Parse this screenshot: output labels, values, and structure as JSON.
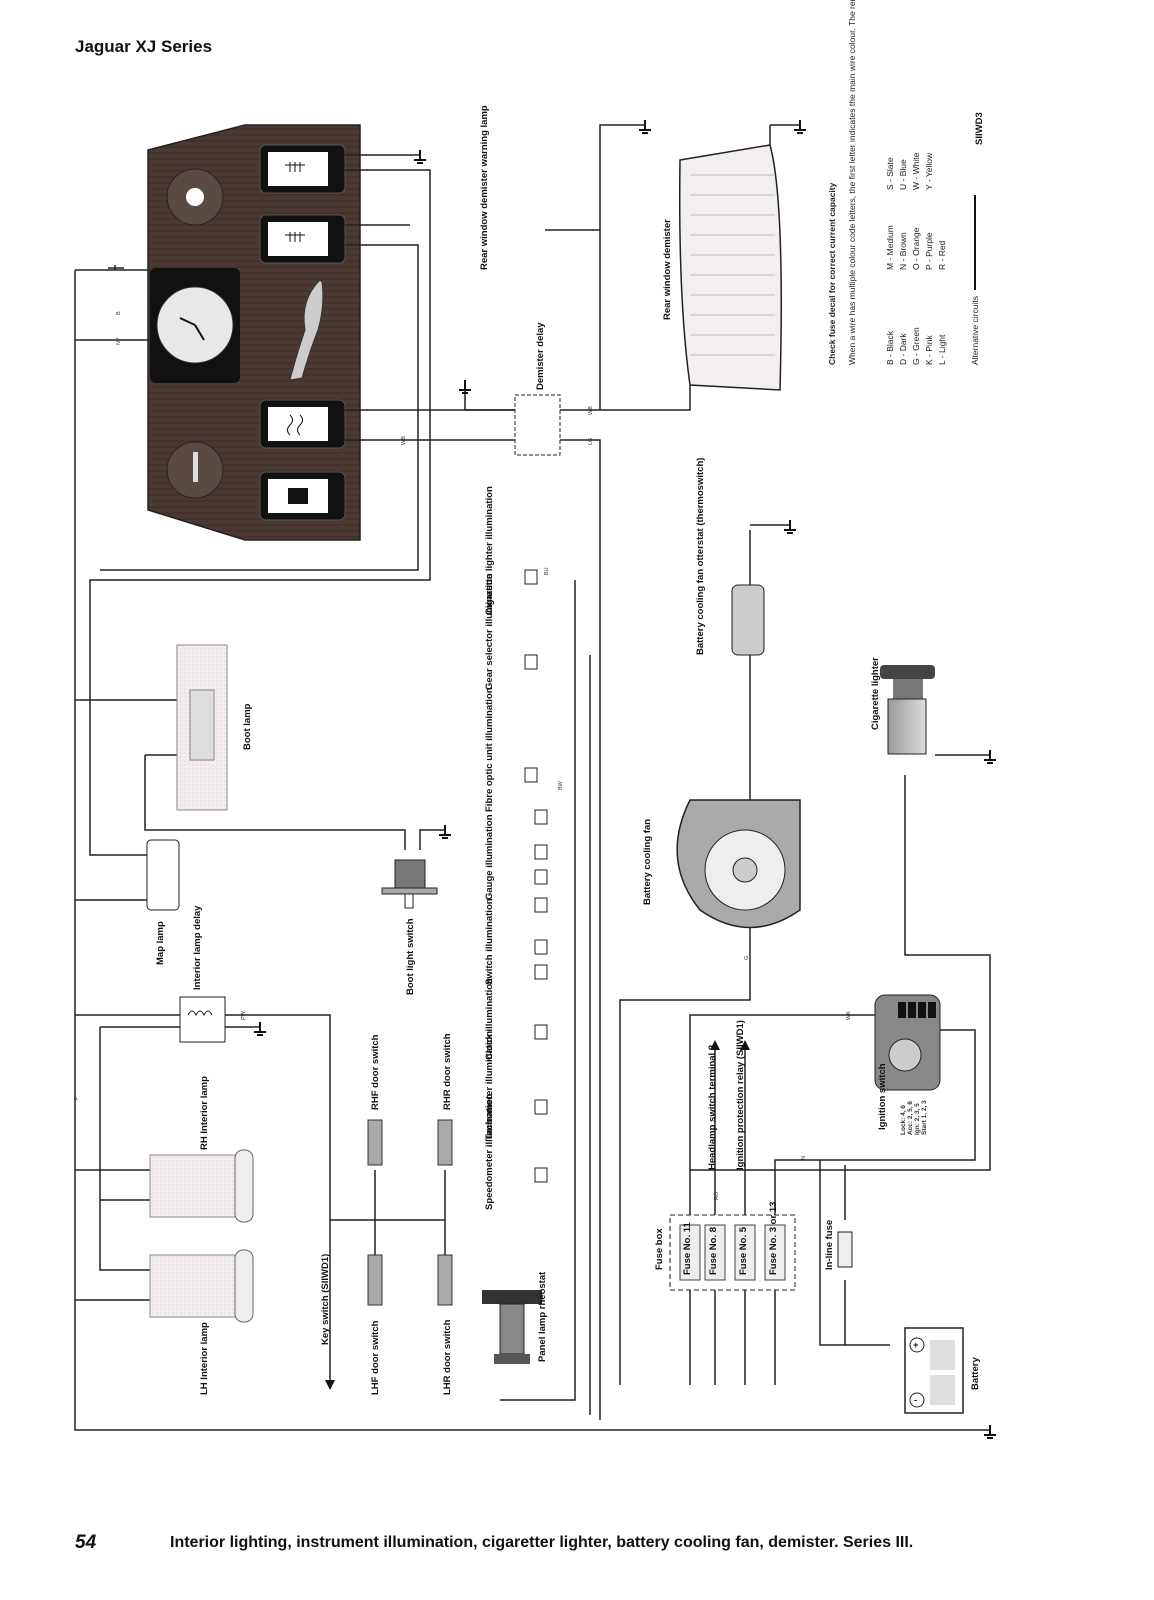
{
  "header": {
    "title": "Jaguar XJ Series"
  },
  "footer": {
    "page_number": "54",
    "caption": "Interior lighting, instrument illumination, cigaretter lighter, battery cooling fan, demister. Series III."
  },
  "diagram": {
    "ref": "SIIWD3",
    "components": {
      "rear_demister_lamp": "Rear window demister warning lamp",
      "rear_demister": "Rear window demister",
      "demister_delay": "Demister delay",
      "cig_lighter_illum": "Cigarette lighter illumination",
      "gear_selector_illum": "Gear selector illumination",
      "fibre_optic_illum": "Fibre optic unit illumination",
      "gauge_illum": "Gauge illumination",
      "switch_illum": "Switch illumination",
      "clock_illum": "Clock illumination",
      "tacho_illum": "Tachometer illumination",
      "speedo_illum": "Speedometer illumination",
      "boot_lamp": "Boot lamp",
      "boot_light_switch": "Boot light switch",
      "map_lamp": "Map lamp",
      "interior_lamp_delay": "Interior lamp delay",
      "rh_interior_lamp": "RH Interior lamp",
      "lh_interior_lamp": "LH Interior lamp",
      "rhf_door_switch": "RHF door switch",
      "rhr_door_switch": "RHR door switch",
      "lhf_door_switch": "LHF door switch",
      "lhr_door_switch": "LHR door switch",
      "key_switch": "Key switch (SIIWD1)",
      "panel_lamp_rheostat": "Panel lamp rheostat",
      "headlamp_switch": "Headlamp switch terminal 2",
      "ignition_relay": "Ignition protection relay (SIIWD1)",
      "fuse_box": "Fuse box",
      "fuse_11": "Fuse No. 11",
      "fuse_8": "Fuse No. 8",
      "fuse_5": "Fuse No. 5",
      "fuse_3_13": "Fuse No. 3 or 13",
      "inline_fuse": "In-line fuse",
      "battery": "Battery",
      "battery_cooling_fan": "Battery cooling fan",
      "battery_otterstat": "Battery cooling fan otterstat (thermoswitch)",
      "cigarette_lighter": "Cigarette lighter",
      "ignition_switch": "Ignition switch",
      "ign_positions": [
        "Lock: 4, 6",
        "Acc: 2, 5, 6",
        "Ign: 2, 3, 5",
        "Start 1, 2, 3"
      ]
    },
    "legend": {
      "title": "Check fuse decal for correct current capacity",
      "intro": "When a wire has multiple colour code letters, the first letter indicates the main wire colour. The remaining code indicates the trace colour.",
      "col1": [
        "B - Black",
        "D - Dark",
        "G - Green",
        "K - Pink",
        "L - Light"
      ],
      "col2": [
        "M - Medium",
        "N - Brown",
        "O - Orange",
        "P - Purple",
        "R - Red"
      ],
      "col3": [
        "S - Slate",
        "U - Blue",
        "W - White",
        "Y - Yellow"
      ],
      "alt": "Alternative circuits"
    },
    "wire_codes": [
      "B",
      "NP",
      "WB",
      "LG",
      "BU",
      "BW",
      "PW",
      "P",
      "G",
      "WK",
      "RO",
      "N"
    ]
  }
}
